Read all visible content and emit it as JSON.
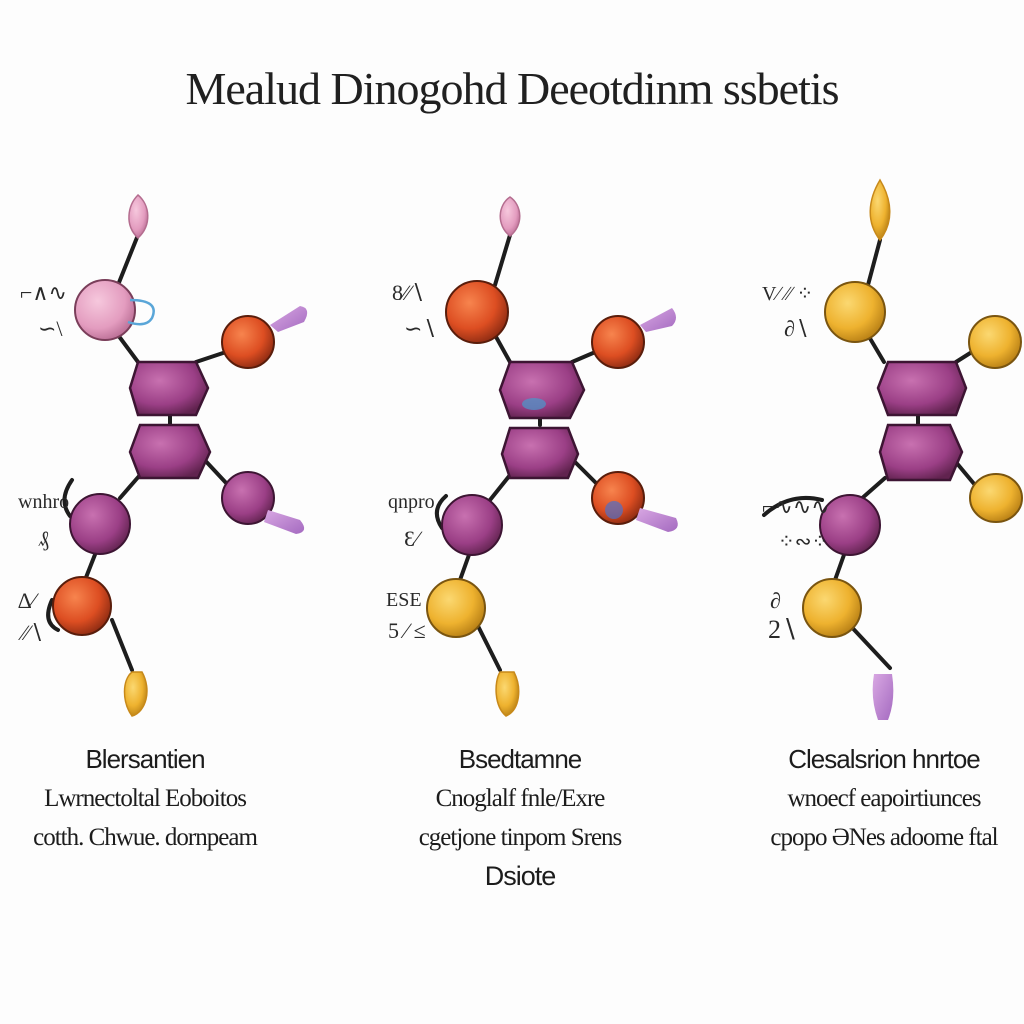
{
  "title": "Mealud Dinogohd Deeotdinm ssbetis",
  "colors": {
    "purple": "#9b3f86",
    "pink": "#e39cbf",
    "orange_red": "#dd4e22",
    "gold": "#eeb22f",
    "bond": "#1d1d1d"
  },
  "molecules": [
    {
      "annotations": [
        "⌐∧∿",
        "∽\\",
        "wnhro",
        "₰",
        "∆⁄",
        "∕⁄∖"
      ],
      "caption": {
        "title": "Blersantien",
        "lines": [
          "Lwrnectoltal Eoboitos",
          "cotth. Chwue. dornpeam"
        ],
        "extra": ""
      }
    },
    {
      "annotations": [
        "8∕∕∖",
        "∽∖",
        "qnpro",
        "Ɛ∕",
        "ESE",
        "5 ∕ ≤"
      ],
      "caption": {
        "title": "Bsedtamne",
        "lines": [
          "Cnoglalf fnle/Exre",
          "cgetjone tinpom Srens"
        ],
        "extra": "Dsiote"
      }
    },
    {
      "annotations": [
        "V∕ ∕∕ ⁘",
        "∂∖",
        "⌐∿∿∿",
        "⁘∾⁘",
        "∂",
        "2∖"
      ],
      "caption": {
        "title": "Clesalsrion hnrtoe",
        "lines": [
          "wnoecf eapoirtiunces",
          "cpopo ƏNes adoome ftal"
        ],
        "extra": ""
      }
    }
  ]
}
